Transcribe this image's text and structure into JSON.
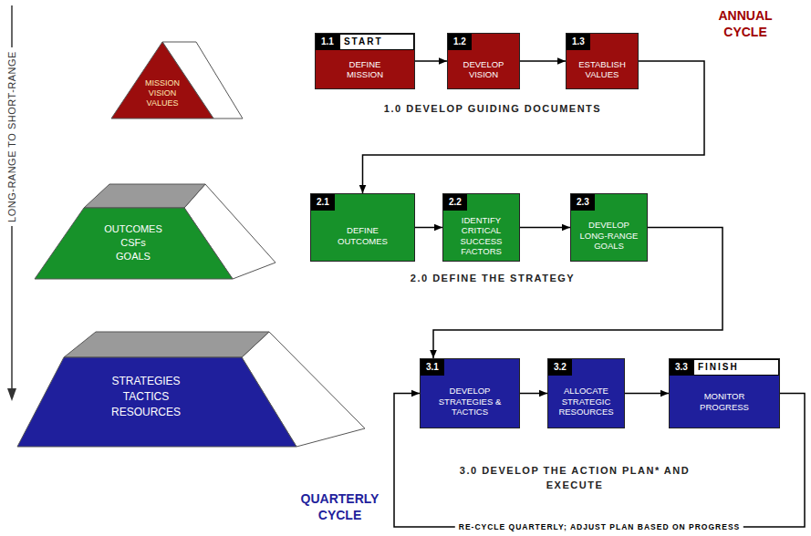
{
  "diagram": {
    "nodes": [
      {
        "text": [
          "MISSION VISION VALUES"
        ]
      },
      {
        "text": [
          "1.1",
          "START",
          "DEFINE MISSION"
        ]
      },
      {
        "text": [
          "1.2",
          "DEVELOP VISION"
        ]
      },
      {
        "text": [
          "1.3",
          "ESTABLISH VALUES"
        ]
      },
      {
        "text": [
          "OUTCOMES CSFs GOALS"
        ]
      },
      {
        "text": [
          "2.1",
          "DEFINE OUTCOMES"
        ]
      },
      {
        "text": [
          "2.2",
          "IDENTIFY CRITICAL SUCCESS FACTORS"
        ]
      },
      {
        "text": [
          "2.3",
          "DEVELOP LONG-RANGE GOALS"
        ]
      },
      {
        "text": [
          "STRATEGIES TACTICS RESOURCES"
        ]
      },
      {
        "text": [
          "3.1",
          "DEVELOP STRATEGIES & TACTICS"
        ]
      },
      {
        "text": [
          "3.2",
          "ALLOCATE STRATEGIC RESOURCES"
        ]
      },
      {
        "text": [
          "3.3",
          "FINISH",
          "MONITOR PROGRESS"
        ]
      }
    ],
    "edges": [
      {
        "from": 1,
        "to": 2,
        "arrow": "to"
      },
      {
        "from": 2,
        "to": 3,
        "arrow": "to"
      },
      {
        "from": 3,
        "to": 5,
        "arrow": "to"
      },
      {
        "from": 5,
        "to": 6,
        "arrow": "to"
      },
      {
        "from": 6,
        "to": 7,
        "arrow": "to"
      },
      {
        "from": 7,
        "to": 9,
        "arrow": "to"
      },
      {
        "from": 9,
        "to": 10,
        "arrow": "to"
      },
      {
        "from": 10,
        "to": 11,
        "arrow": "to"
      },
      {
        "from": 11,
        "to": 9,
        "label": "RE-CYCLE QUARTERLY; ADJUST PLAN BASED ON PROGRESS",
        "arrow": "to"
      }
    ],
    "labels": [
      "LONG-RANGE TO SHORT-RANGE",
      "ANNUAL CYCLE",
      "1.0 DEVELOP GUIDING DOCUMENTS",
      "2.0 DEFINE THE STRATEGY",
      "3.0 DEVELOP THE ACTION PLAN* AND EXECUTE",
      "QUARTERLY CYCLE"
    ]
  }
}
